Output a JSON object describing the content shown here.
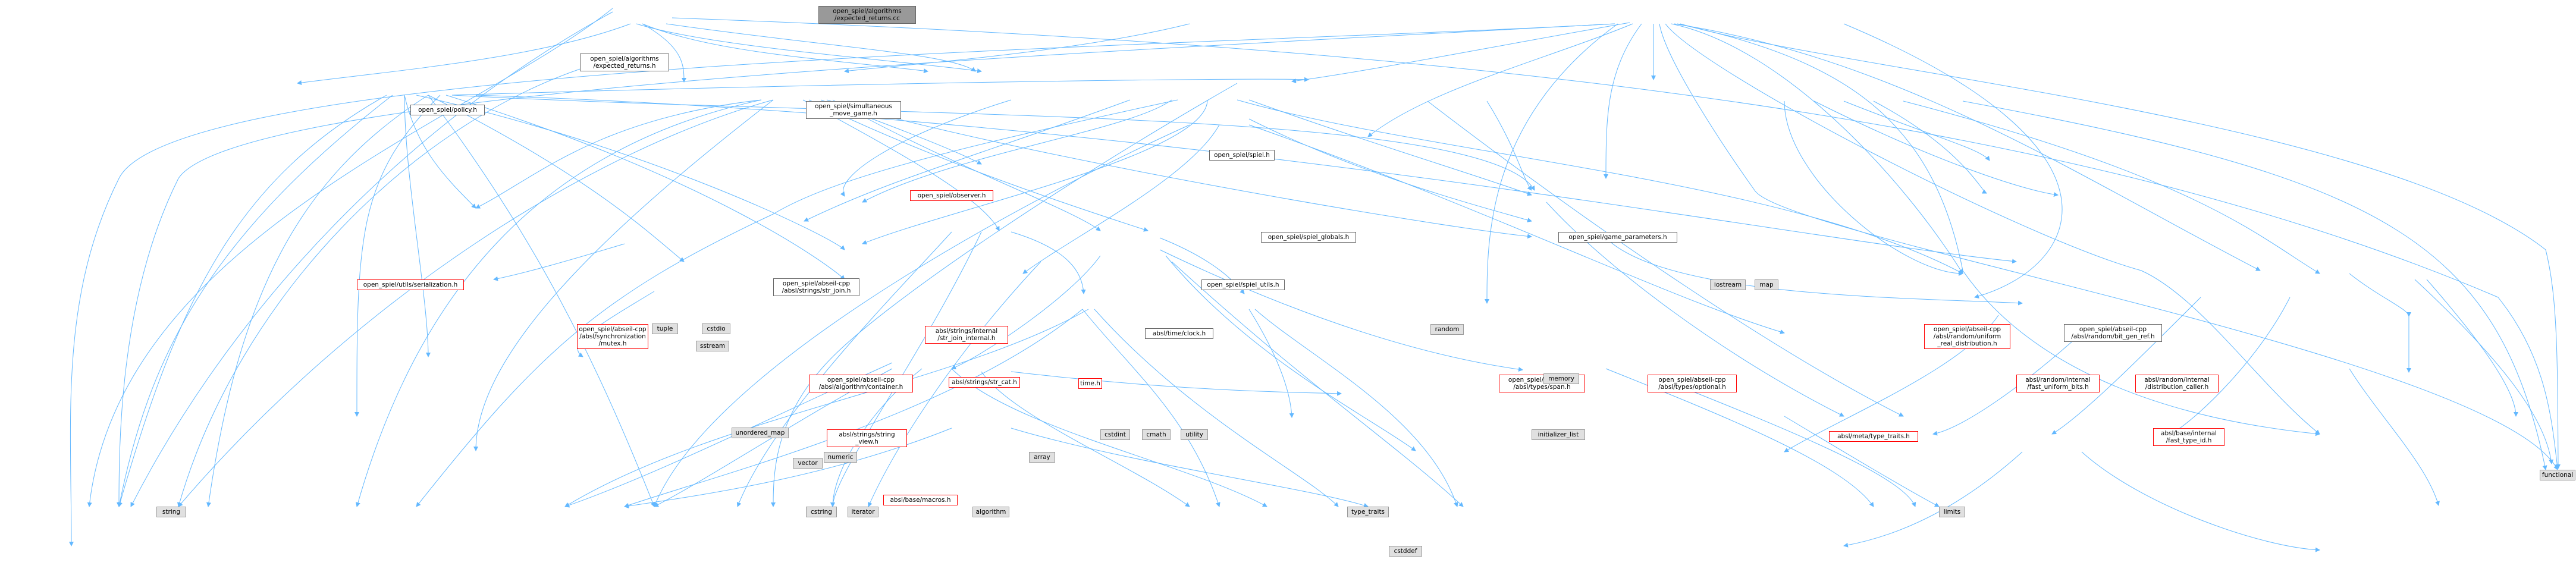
{
  "diagram": {
    "title": "",
    "colors": {
      "edge": "#63b8ff",
      "root_fill": "#999999",
      "external_fill": "#e0e0e0",
      "normal_border": "#666666",
      "incomplete_border": "#ff0000"
    },
    "nodes": {
      "root": [
        "open_spiel/algorithms",
        "/expected_returns.cc"
      ],
      "expected_returns_h": [
        "open_spiel/algorithms",
        "/expected_returns.h"
      ],
      "simultaneous_move_game": [
        "open_spiel/simultaneous",
        "_move_game.h"
      ],
      "policy": [
        "open_spiel/policy.h"
      ],
      "spiel": [
        "open_spiel/spiel.h"
      ],
      "observer": [
        "open_spiel/observer.h"
      ],
      "game_parameters": [
        "open_spiel/game_parameters.h"
      ],
      "spiel_globals": [
        "open_spiel/spiel_globals.h"
      ],
      "spiel_utils": [
        "open_spiel/spiel_utils.h"
      ],
      "serialization": [
        "open_spiel/utils/serialization.h"
      ],
      "str_join": [
        "open_spiel/abseil-cpp",
        "/absl/strings/str_join.h"
      ],
      "mutex": [
        "open_spiel/abseil-cpp",
        "/absl/synchronization",
        "/mutex.h"
      ],
      "str_join_internal": [
        "absl/strings/internal",
        "/str_join_internal.h"
      ],
      "clock": [
        "absl/time/clock.h"
      ],
      "container": [
        "open_spiel/abseil-cpp",
        "/absl/algorithm/container.h"
      ],
      "str_cat": [
        "absl/strings/str_cat.h"
      ],
      "time": [
        "time.h"
      ],
      "string_view": [
        "absl/strings/string",
        "_view.h"
      ],
      "span": [
        "open_spiel/abseil-cpp",
        "/absl/types/span.h"
      ],
      "optional": [
        "open_spiel/abseil-cpp",
        "/absl/types/optional.h"
      ],
      "uniform_real": [
        "open_spiel/abseil-cpp",
        "/absl/random/uniform",
        "_real_distribution.h"
      ],
      "bit_gen_ref": [
        "open_spiel/abseil-cpp",
        "/absl/random/bit_gen_ref.h"
      ],
      "fast_uniform_bits": [
        "absl/random/internal",
        "/fast_uniform_bits.h"
      ],
      "distribution_caller": [
        "absl/random/internal",
        "/distribution_caller.h"
      ],
      "fast_type_id": [
        "absl/base/internal",
        "/fast_type_id.h"
      ],
      "macros": [
        "absl/base/macros.h"
      ],
      "type_traits_absl": [
        "absl/meta/type_traits.h"
      ],
      "std_string": [
        "string"
      ],
      "std_vector": [
        "vector"
      ],
      "std_unordered_map": [
        "unordered_map"
      ],
      "std_numeric": [
        "numeric"
      ],
      "std_sstream": [
        "sstream"
      ],
      "std_tuple": [
        "tuple"
      ],
      "std_cstdio": [
        "cstdio"
      ],
      "std_cstring": [
        "cstring"
      ],
      "std_iterator": [
        "iterator"
      ],
      "std_algorithm": [
        "algorithm"
      ],
      "std_array": [
        "array"
      ],
      "std_cstdint": [
        "cstdint"
      ],
      "std_cmath": [
        "cmath"
      ],
      "std_utility": [
        "utility"
      ],
      "std_initializer_list": [
        "initializer_list"
      ],
      "std_type_traits": [
        "type_traits"
      ],
      "std_limits": [
        "limits"
      ],
      "std_cstddef": [
        "cstddef"
      ],
      "std_memory": [
        "memory"
      ],
      "std_iostream": [
        "iostream"
      ],
      "std_map": [
        "map"
      ],
      "std_random": [
        "random"
      ],
      "std_functional": [
        "functional"
      ]
    }
  }
}
